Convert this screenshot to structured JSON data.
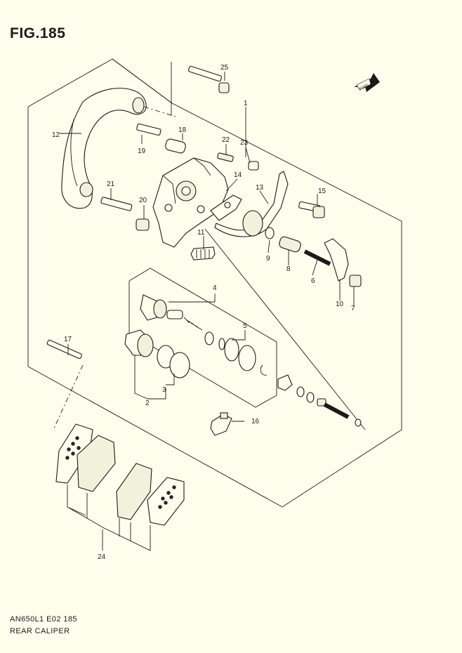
{
  "figure": {
    "title": "FIG.185",
    "diagram_code": "AN650L1 E02  185",
    "diagram_name": "REAR CALIPER",
    "fwd_label": "FWD"
  },
  "callouts": {
    "c1": "1",
    "c2": "2",
    "c3": "3",
    "c4": "4",
    "c5": "5",
    "c6": "6",
    "c7": "7",
    "c8": "8",
    "c9": "9",
    "c10": "10",
    "c11": "11",
    "c12": "12",
    "c13": "13",
    "c14": "14",
    "c15": "15",
    "c16": "16",
    "c17": "17",
    "c18": "18",
    "c19": "19",
    "c20": "20",
    "c21": "21",
    "c22": "22",
    "c23": "23",
    "c24": "24",
    "c25": "25"
  },
  "colors": {
    "background": "#ffffee",
    "ink": "#1a1a1a"
  }
}
